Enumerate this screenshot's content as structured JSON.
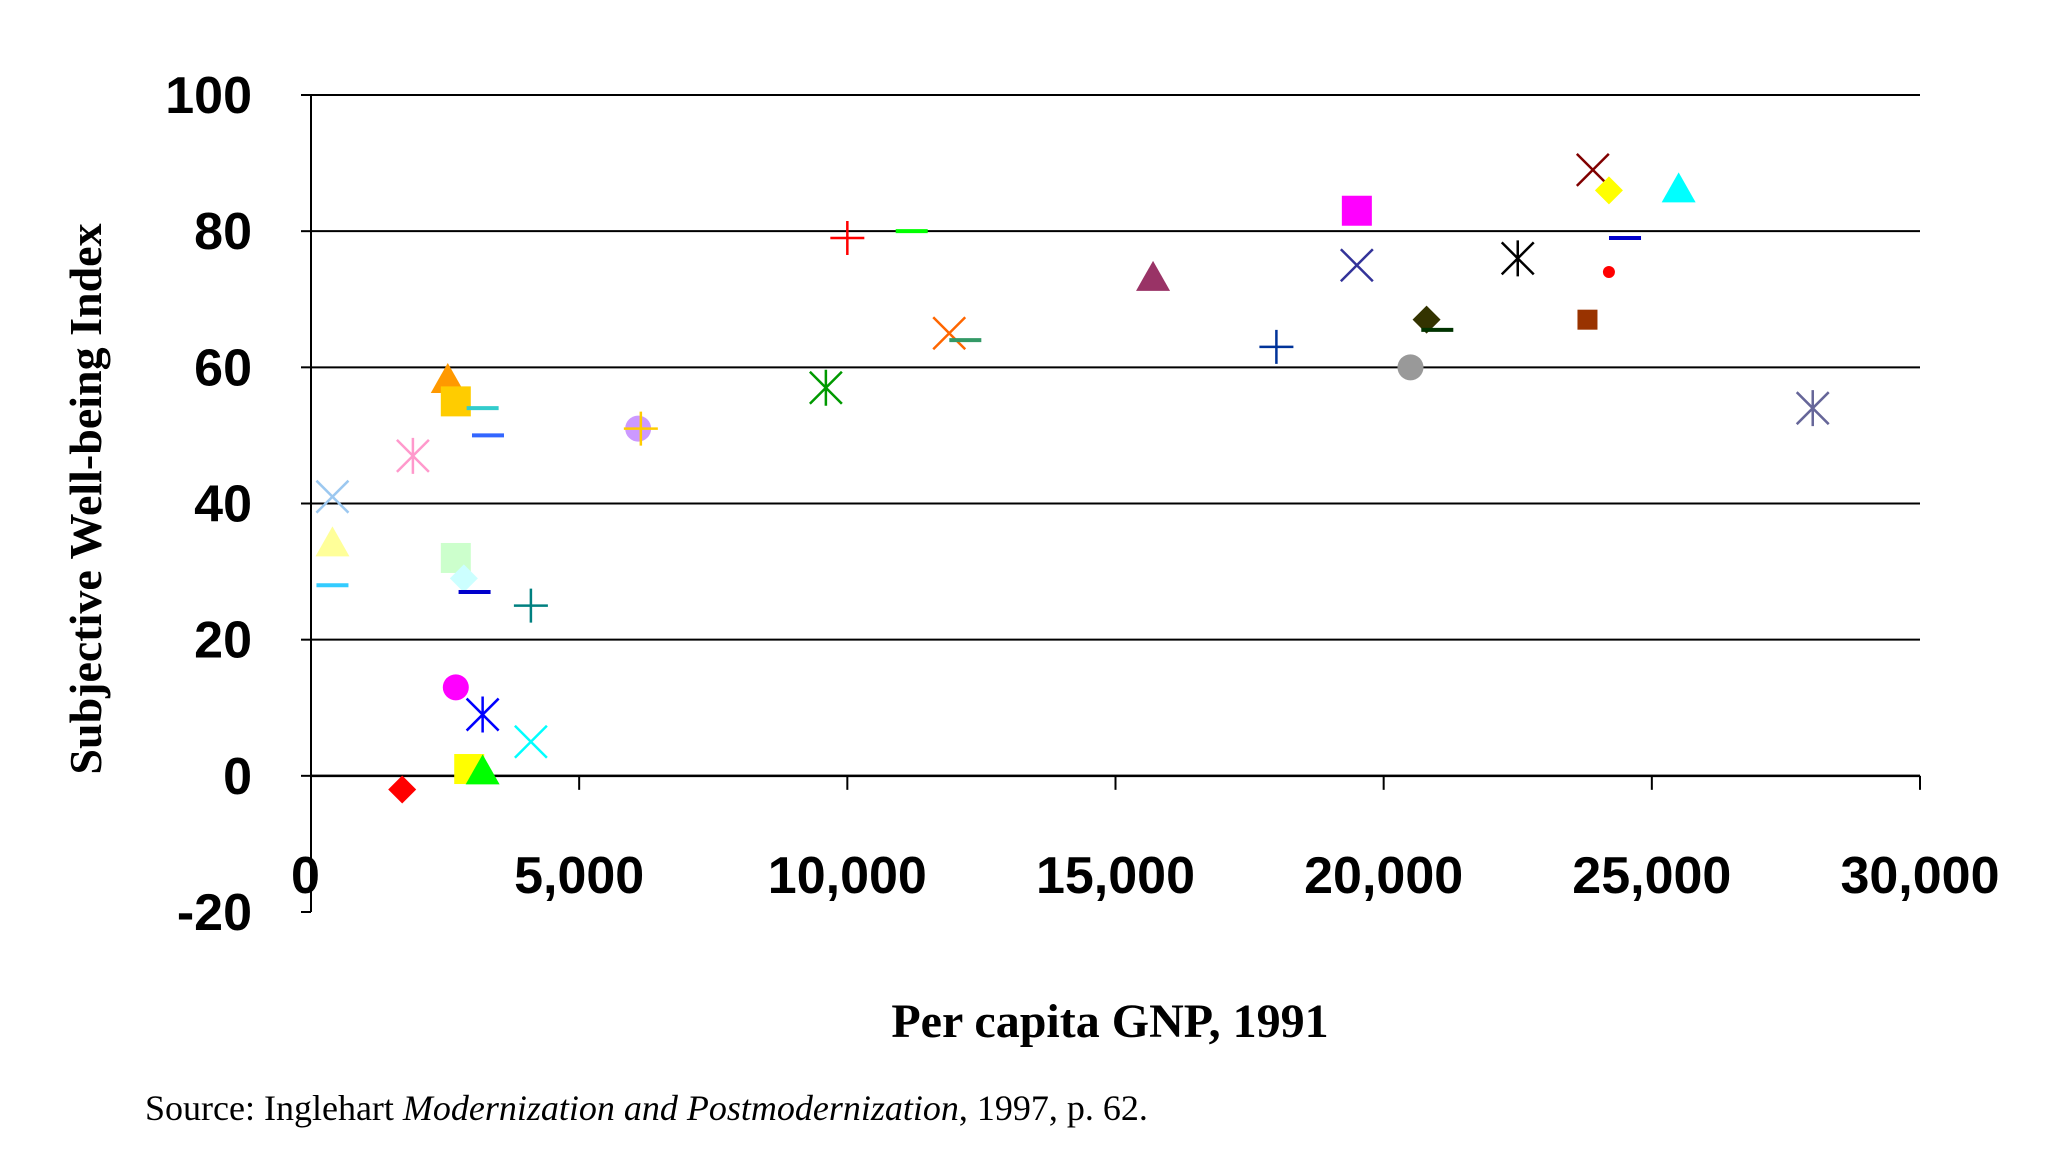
{
  "chart_data": {
    "type": "scatter",
    "title": "",
    "xlabel": "Per capita GNP, 1991",
    "ylabel": "Subjective Well-being Index",
    "xlim": [
      0,
      30000
    ],
    "ylim": [
      -20,
      100
    ],
    "xticks": [
      0,
      5000,
      10000,
      15000,
      20000,
      25000,
      30000
    ],
    "xtick_labels": [
      "0",
      "5,000",
      "10,000",
      "15,000",
      "20,000",
      "25,000",
      "30,000"
    ],
    "yticks": [
      -20,
      0,
      20,
      40,
      60,
      80,
      100
    ],
    "ytick_labels": [
      "-20",
      "0",
      "20",
      "40",
      "60",
      "80",
      "100"
    ],
    "grid": "horizontal",
    "legend": "none",
    "source": {
      "prefix": "Source: Inglehart ",
      "title": "Modernization and Postmodernization",
      "suffix": ", 1997, p. 62."
    },
    "points": [
      {
        "x": 400,
        "y": 41,
        "marker": "x",
        "color": "#9cc8f0"
      },
      {
        "x": 400,
        "y": 34,
        "marker": "triangle",
        "color": "#ffff99"
      },
      {
        "x": 400,
        "y": 28,
        "marker": "dash",
        "color": "#33ccff"
      },
      {
        "x": 1900,
        "y": 47,
        "marker": "asterisk",
        "color": "#ff99cc"
      },
      {
        "x": 1700,
        "y": -2,
        "marker": "diamond",
        "color": "#ff0000"
      },
      {
        "x": 2550,
        "y": 58,
        "marker": "triangle",
        "color": "#ff9900"
      },
      {
        "x": 2700,
        "y": 55,
        "marker": "square",
        "color": "#ffcc00"
      },
      {
        "x": 3200,
        "y": 54,
        "marker": "dash",
        "color": "#33cccc"
      },
      {
        "x": 3300,
        "y": 50,
        "marker": "dash",
        "color": "#3366ff"
      },
      {
        "x": 2700,
        "y": 32,
        "marker": "square",
        "color": "#ccffcc"
      },
      {
        "x": 2850,
        "y": 29,
        "marker": "diamond",
        "color": "#ccffff"
      },
      {
        "x": 3050,
        "y": 27,
        "marker": "dash",
        "color": "#0000cc"
      },
      {
        "x": 4100,
        "y": 25,
        "marker": "plus",
        "color": "#008080"
      },
      {
        "x": 2700,
        "y": 13,
        "marker": "circle",
        "color": "#ff00ff"
      },
      {
        "x": 3200,
        "y": 9,
        "marker": "asterisk",
        "color": "#0000ff"
      },
      {
        "x": 4100,
        "y": 5,
        "marker": "x",
        "color": "#00ffff"
      },
      {
        "x": 2950,
        "y": 1,
        "marker": "square",
        "color": "#ffff00"
      },
      {
        "x": 3200,
        "y": 0.5,
        "marker": "triangle",
        "color": "#00ff00"
      },
      {
        "x": 6100,
        "y": 51,
        "marker": "circle",
        "color": "#cc99ff"
      },
      {
        "x": 6150,
        "y": 51,
        "marker": "plus",
        "color": "#ffcc00"
      },
      {
        "x": 9600,
        "y": 57,
        "marker": "asterisk",
        "color": "#009900"
      },
      {
        "x": 10000,
        "y": 79,
        "marker": "plus",
        "color": "#ff0000"
      },
      {
        "x": 11200,
        "y": 80,
        "marker": "dash",
        "color": "#00ff00"
      },
      {
        "x": 11900,
        "y": 65,
        "marker": "x",
        "color": "#ff6600"
      },
      {
        "x": 12200,
        "y": 64,
        "marker": "dash",
        "color": "#339966"
      },
      {
        "x": 15700,
        "y": 73,
        "marker": "triangle",
        "color": "#993366"
      },
      {
        "x": 18000,
        "y": 63,
        "marker": "plus",
        "color": "#003399"
      },
      {
        "x": 19500,
        "y": 83,
        "marker": "square",
        "color": "#ff00ff"
      },
      {
        "x": 19500,
        "y": 75,
        "marker": "x",
        "color": "#333399"
      },
      {
        "x": 20800,
        "y": 67,
        "marker": "diamond",
        "color": "#333300"
      },
      {
        "x": 21000,
        "y": 65.5,
        "marker": "dash",
        "color": "#003300"
      },
      {
        "x": 20500,
        "y": 60,
        "marker": "circle",
        "color": "#999999"
      },
      {
        "x": 22500,
        "y": 76,
        "marker": "asterisk",
        "color": "#000000"
      },
      {
        "x": 23900,
        "y": 89,
        "marker": "x",
        "color": "#800000"
      },
      {
        "x": 24200,
        "y": 86,
        "marker": "diamond",
        "color": "#ffff00"
      },
      {
        "x": 25500,
        "y": 86,
        "marker": "triangle",
        "color": "#00ffff"
      },
      {
        "x": 24500,
        "y": 79,
        "marker": "dash",
        "color": "#0000cc"
      },
      {
        "x": 24200,
        "y": 74,
        "marker": "dot",
        "color": "#ff0000"
      },
      {
        "x": 23800,
        "y": 67,
        "marker": "square-small",
        "color": "#993300"
      },
      {
        "x": 28000,
        "y": 54,
        "marker": "asterisk",
        "color": "#666699"
      }
    ]
  }
}
